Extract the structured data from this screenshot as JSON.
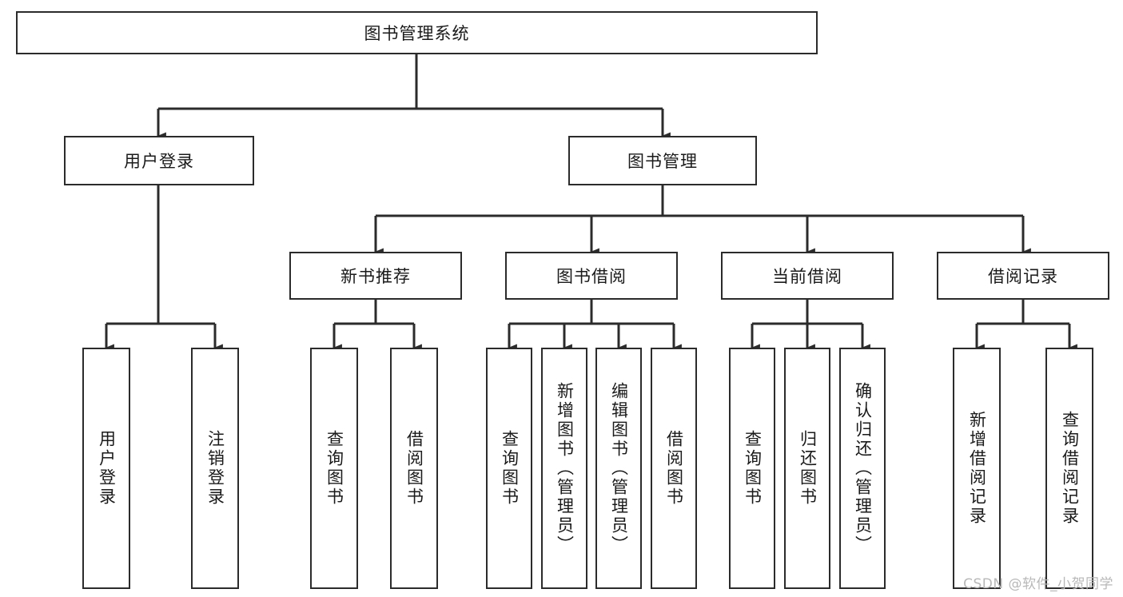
{
  "diagram": {
    "type": "tree",
    "title": "图书管理系统",
    "root": {
      "label": "图书管理系统"
    },
    "level2": [
      {
        "label": "用户登录"
      },
      {
        "label": "图书管理"
      }
    ],
    "level3": [
      {
        "label": "新书推荐"
      },
      {
        "label": "图书借阅"
      },
      {
        "label": "当前借阅"
      },
      {
        "label": "借阅记录"
      }
    ],
    "leaves": {
      "user_login": [
        {
          "label": "用户登录"
        },
        {
          "label": "注销登录"
        }
      ],
      "new_book_recommend": [
        {
          "label": "查询图书"
        },
        {
          "label": "借阅图书"
        }
      ],
      "book_borrow": [
        {
          "label": "查询图书"
        },
        {
          "label": "新增图书（管理员）"
        },
        {
          "label": "编辑图书（管理员）"
        },
        {
          "label": "借阅图书"
        }
      ],
      "current_borrow": [
        {
          "label": "查询图书"
        },
        {
          "label": "归还图书"
        },
        {
          "label": "确认归还（管理员）"
        }
      ],
      "borrow_record": [
        {
          "label": "新增借阅记录"
        },
        {
          "label": "查询借阅记录"
        }
      ]
    }
  },
  "watermark": {
    "text": "CSDN @软件_小贺同学"
  },
  "colors": {
    "stroke": "#2b2b2b",
    "fill": "#ffffff",
    "text": "#1a1a1a",
    "watermark": "#b8b8b8"
  }
}
